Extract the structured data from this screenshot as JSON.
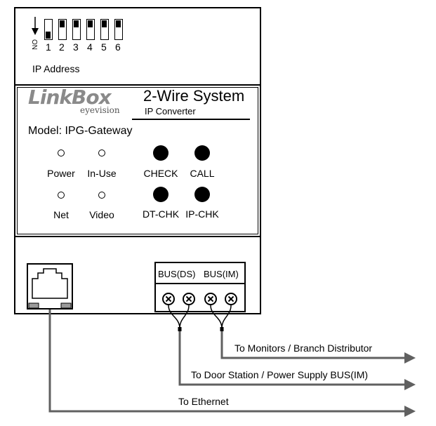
{
  "dip": {
    "on_label": "ON",
    "numbers": [
      "1",
      "2",
      "3",
      "4",
      "5",
      "6"
    ]
  },
  "ip_address_label": "IP Address",
  "brand": {
    "logo_text": "LinkBox",
    "logo_subtext": "eyevision"
  },
  "system": {
    "title": "2-Wire System",
    "subtitle": "IP Converter"
  },
  "model_label": "Model: IPG-Gateway",
  "leds": {
    "power": "Power",
    "in_use": "In-Use",
    "check": "CHECK",
    "call": "CALL",
    "net": "Net",
    "video": "Video",
    "dt_chk": "DT-CHK",
    "ip_chk": "IP-CHK"
  },
  "terminals": {
    "bus_ds": "BUS(DS)",
    "bus_im": "BUS(IM)"
  },
  "wires": {
    "monitors": "To Monitors / Branch Distributor",
    "door_station": "To Door Station / Power Supply BUS(IM)",
    "ethernet": "To Ethernet"
  },
  "colors": {
    "line": "#000000",
    "wire": "#606060",
    "connector_pad": "#9a9a9a"
  }
}
